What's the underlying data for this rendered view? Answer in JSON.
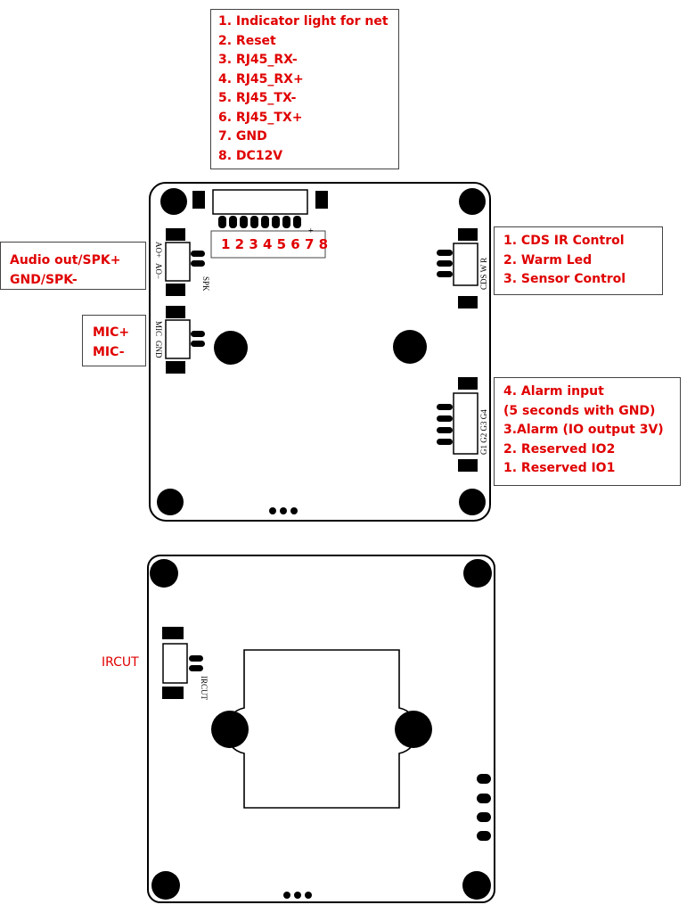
{
  "net_connector_legend": [
    "1. Indicator light for net",
    "2. Reset",
    "3. RJ45_RX-",
    "4. RJ45_RX+",
    "5. RJ45_TX-",
    "6. RJ45_TX+",
    "7. GND",
    "8. DC12V"
  ],
  "net_pin_numbers": "1 2 3 4 5 6 7 8",
  "audio_legend": [
    "Audio out/SPK+",
    "GND/SPK-"
  ],
  "mic_legend": [
    "MIC+",
    "MIC-"
  ],
  "ir_legend": [
    "1. CDS IR Control",
    "2. Warm Led",
    "3. Sensor Control"
  ],
  "alarm_legend": [
    "4. Alarm input",
    "(5 seconds with GND)",
    "3.Alarm (IO output 3V)",
    "2.  Reserved   IO2",
    "1.  Reserved   IO1"
  ],
  "ircut_label": "IRCUT",
  "silkscreen": {
    "ao_plus": "AO+",
    "ao_minus": "AO−",
    "spk": "SPK",
    "mic": "MIC",
    "gnd": "GND",
    "cds_w_r": "CDS W R",
    "g_labels": "G1 G2 G3 G4",
    "ircut": "IRCUT",
    "plus": "+"
  },
  "colors": {
    "legend_text": "#e00000",
    "outline": "#000000",
    "box_border": "#444444"
  }
}
